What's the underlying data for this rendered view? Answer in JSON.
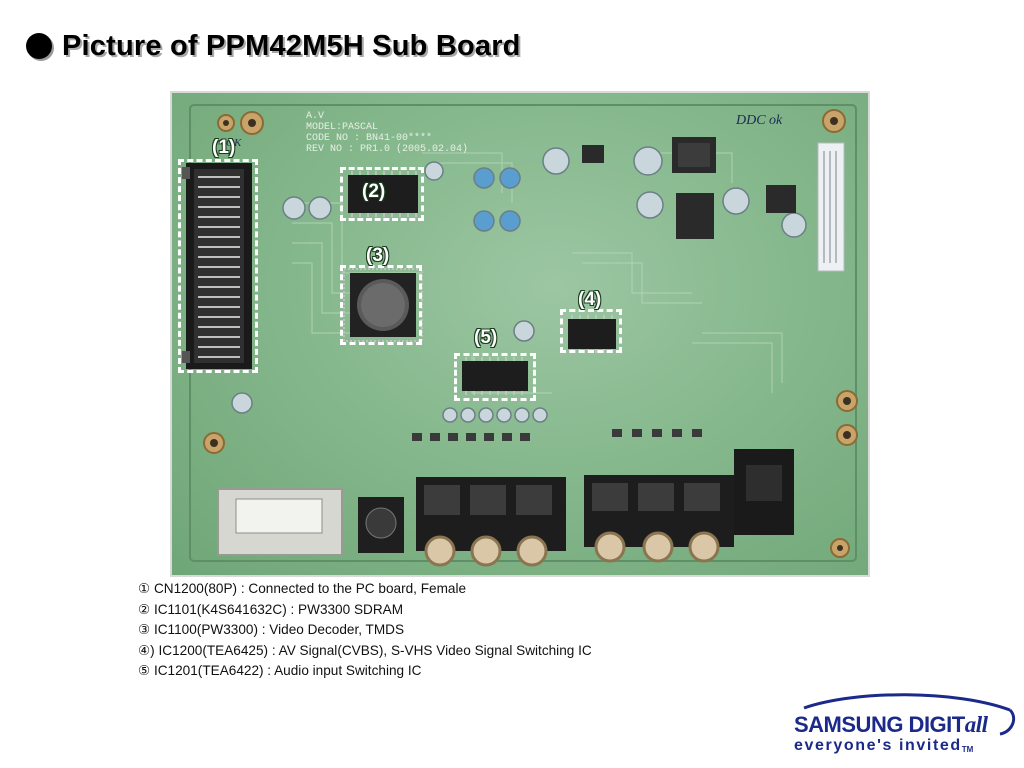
{
  "slide": {
    "title": "Picture of PPM42M5H Sub Board"
  },
  "board": {
    "silkscreen": "A.V\nMODEL:PASCAL\nCODE NO : BN41-00****\nREV NO : PR1.0 (2005.02.04)",
    "note_ddc": "DDC ok",
    "note_ok": "OK",
    "labels": [
      "(1)",
      "(2)",
      "(3)",
      "(4)",
      "(5)"
    ]
  },
  "captions": [
    "① CN1200(80P) : Connected to the PC board, Female",
    "② IC1101(K4S641632C) : PW3300 SDRAM",
    "③ IC1100(PW3300) : Video Decoder, TMDS",
    "④) IC1200(TEA6425) : AV Signal(CVBS), S-VHS Video Signal Switching IC",
    "⑤ IC1201(TEA6422) : Audio input Switching IC"
  ],
  "logo": {
    "brand": "SAMSUNG DIGIT",
    "brand_suffix": "all",
    "tagline": "everyone's invited",
    "tm": "TM"
  }
}
